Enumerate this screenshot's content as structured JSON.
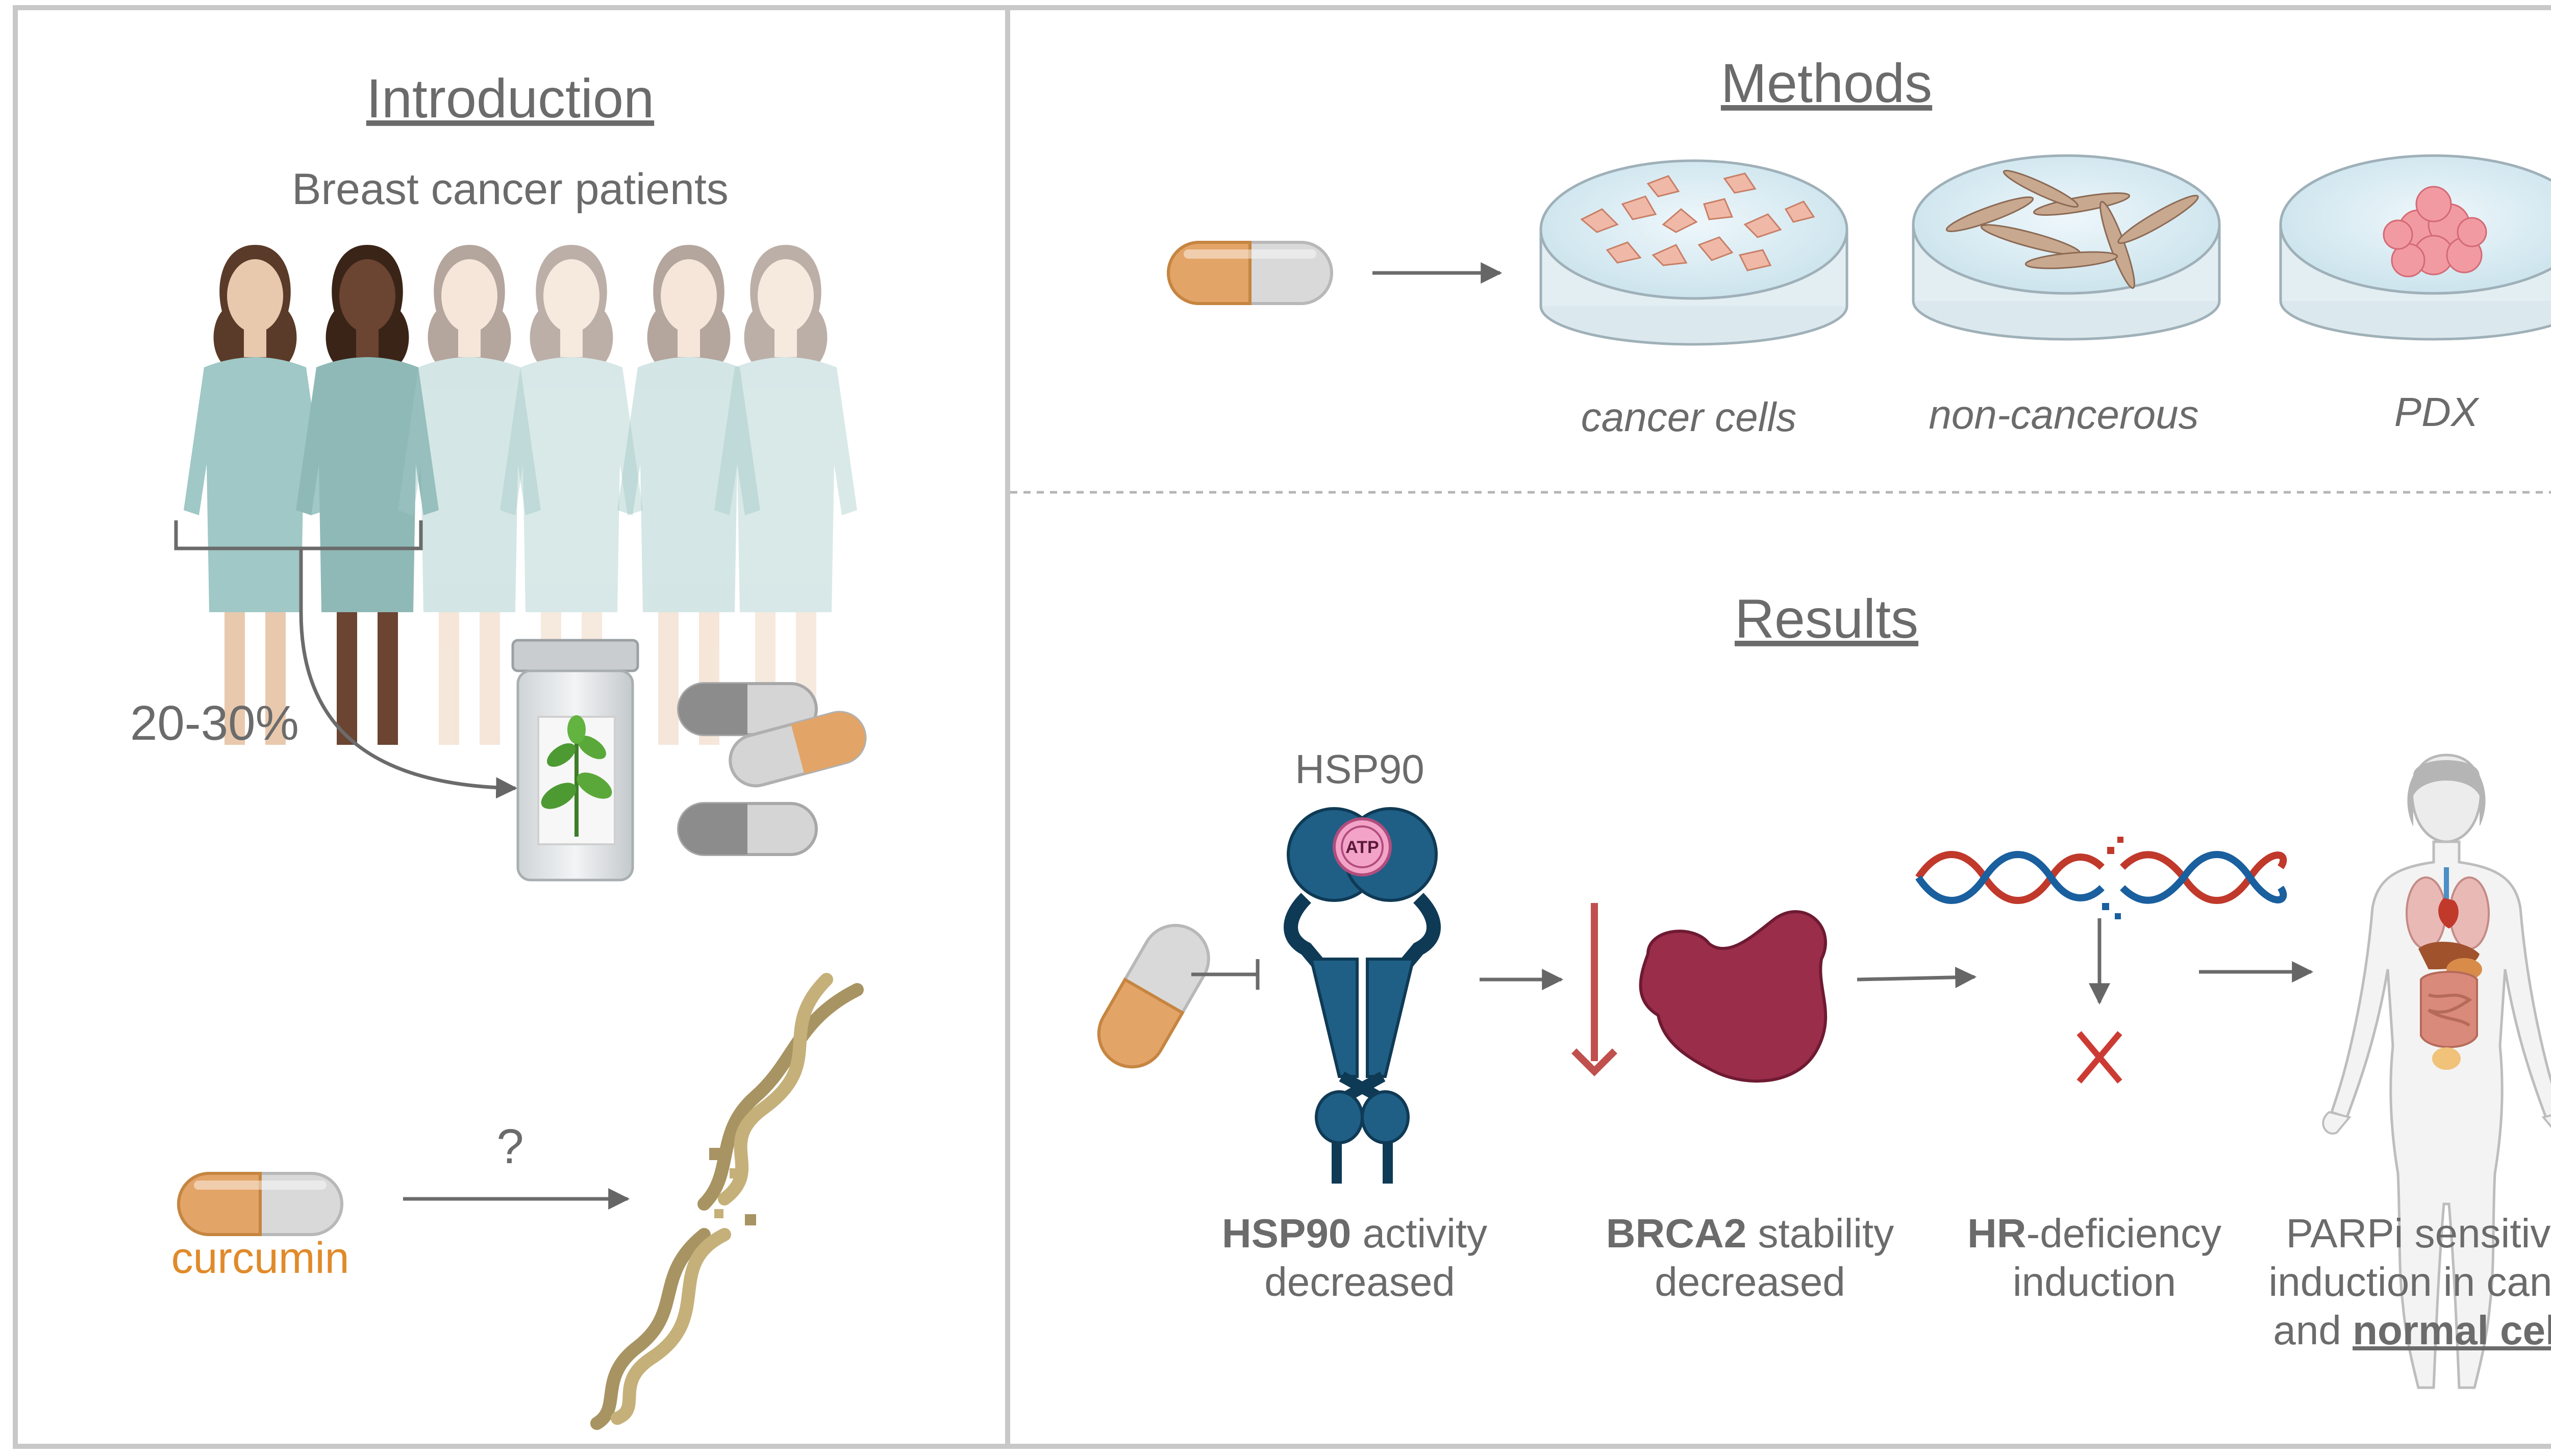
{
  "introduction": {
    "title": "Introduction",
    "patients_label": "Breast cancer patients",
    "percent_label": "20-30%",
    "question_mark": "?",
    "curcumin_label": "curcumin"
  },
  "methods": {
    "title": "Methods",
    "dishes": [
      {
        "label": "cancer cells"
      },
      {
        "label": "non-cancerous"
      },
      {
        "label": "PDX"
      }
    ]
  },
  "results": {
    "title": "Results",
    "hsp90_label": "HSP90",
    "atp_label": "ATP",
    "captions": [
      {
        "line1_bold": "HSP90",
        "line1_rest": " activity",
        "line2": "decreased"
      },
      {
        "line1_bold": "BRCA2",
        "line1_rest": " stability",
        "line2": "decreased"
      },
      {
        "line1_bold": "HR",
        "line1_rest": "-deficiency",
        "line2": "induction"
      },
      {
        "line1": "PARPi sensitivity",
        "line2": "induction in cancer",
        "line3_pre": "and ",
        "line3_bold": "normal cells!"
      }
    ]
  },
  "colors": {
    "border": "#c8c8c8",
    "text": "#6b6b6b",
    "curcumin": "#e08a2a",
    "capsule_orange": "#e3a468",
    "capsule_grey": "#d9d9d9",
    "protein_blue": "#1f5f86",
    "brca2": "#9a2d4a",
    "dna_red": "#c0392b",
    "dna_blue": "#1a5f9e",
    "cross_red": "#cc3b33",
    "down_arrow": "#c0504d"
  }
}
